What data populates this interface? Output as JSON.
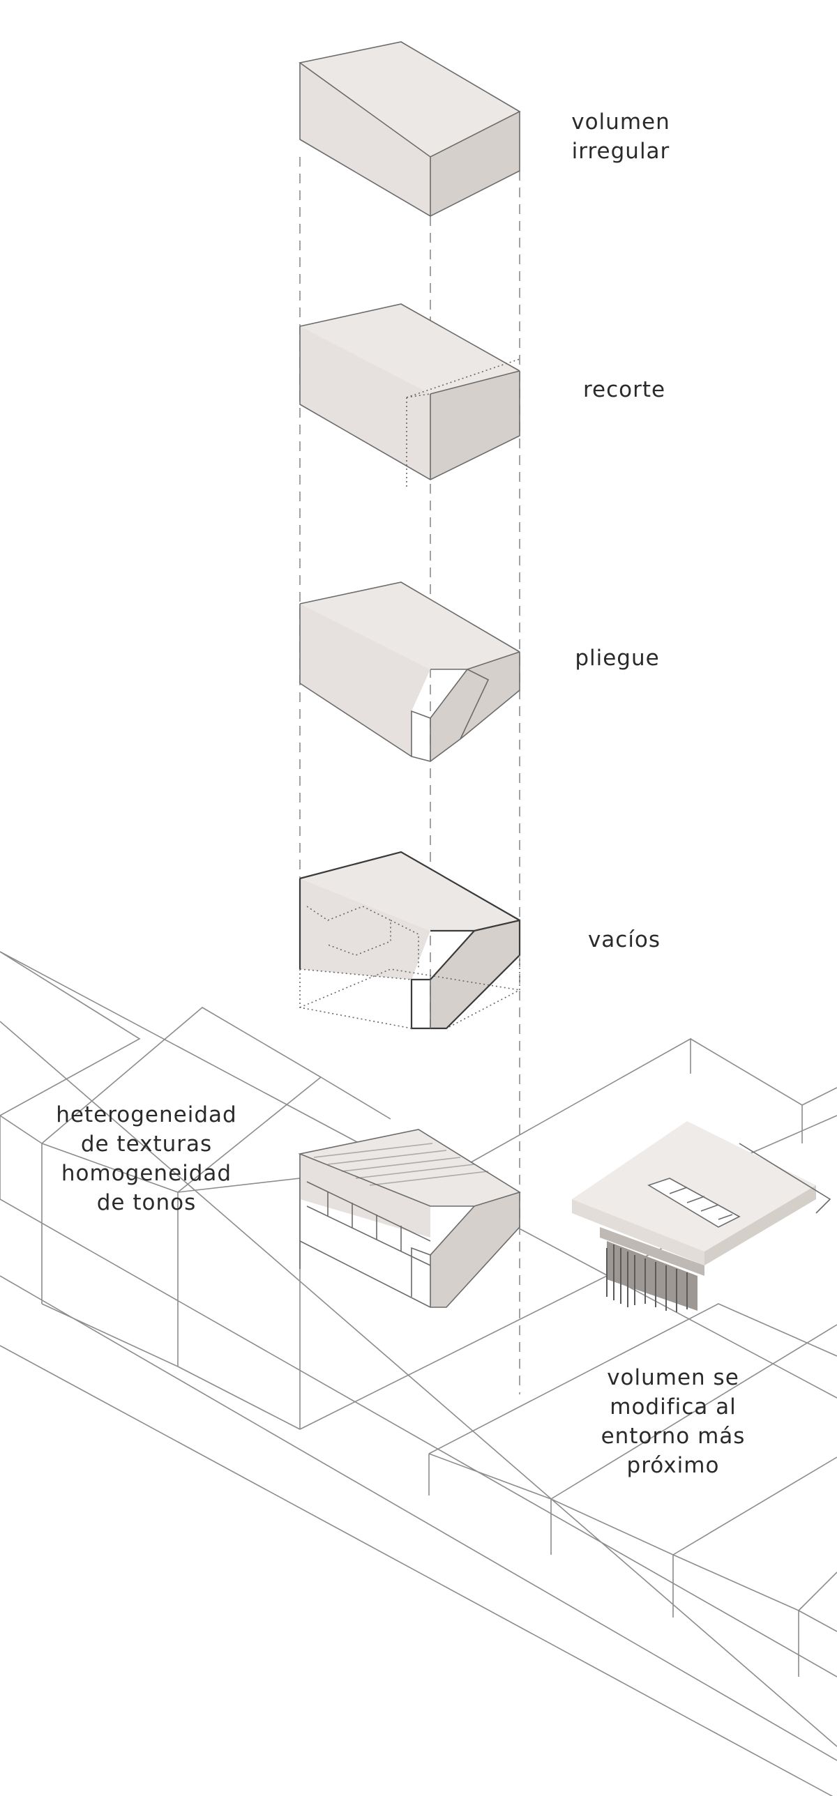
{
  "diagram": {
    "steps": [
      {
        "id": "volumen-irregular",
        "lines": [
          "volumen",
          "irregular"
        ]
      },
      {
        "id": "recorte",
        "lines": [
          "recorte"
        ]
      },
      {
        "id": "pliegue",
        "lines": [
          "pliegue"
        ]
      },
      {
        "id": "vacios",
        "lines": [
          "vacíos"
        ]
      }
    ],
    "notes": {
      "textures": [
        "heterogeneidad",
        "de texturas",
        "homogeneidad",
        "de tonos"
      ],
      "context": [
        "volumen se",
        "modifica al",
        "entorno más",
        "próximo"
      ]
    }
  },
  "colors": {
    "face_top": "#ece8e5",
    "face_left": "#e6e1de",
    "face_right": "#d6d0cc",
    "line": "#6b6b6b",
    "text": "#2a2a2a"
  }
}
